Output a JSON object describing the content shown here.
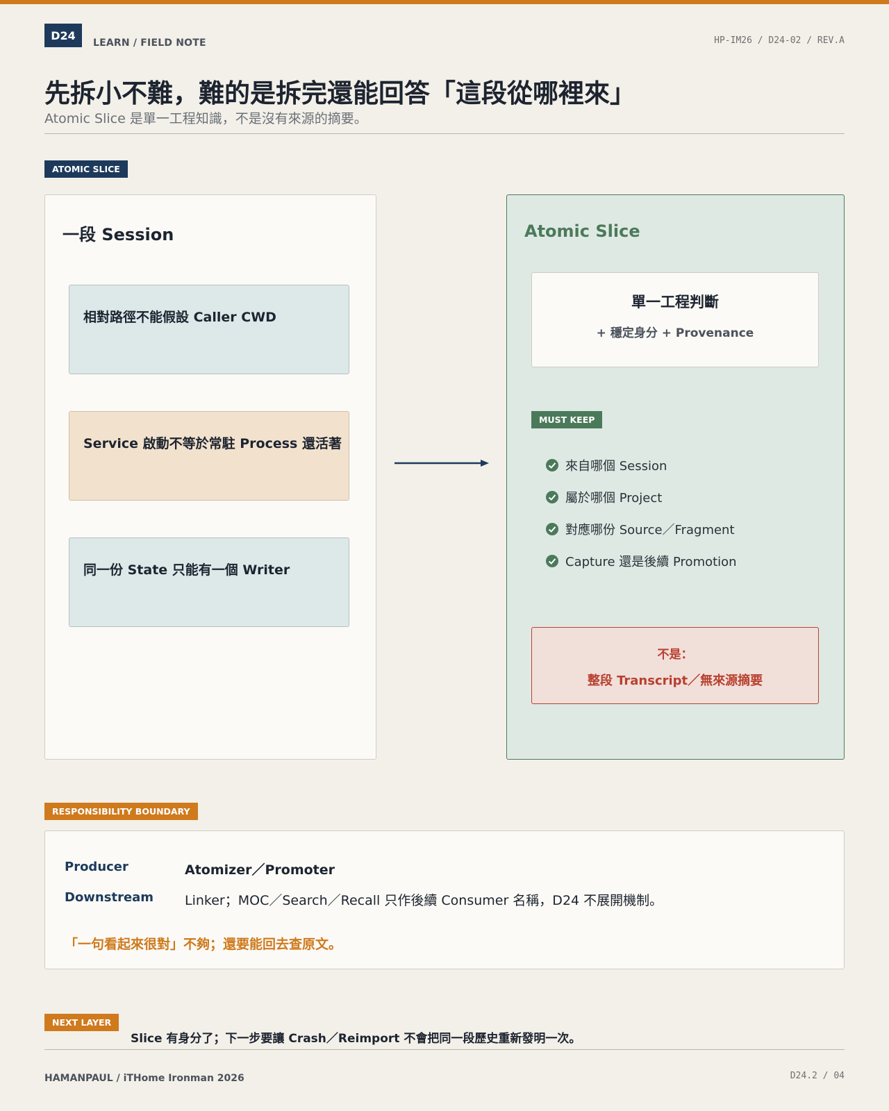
{
  "header": {
    "badge": "D24",
    "crumb": "LEARN / FIELD NOTE",
    "doc_ref": "HP-IM26 / D24-02 / REV.A",
    "title": "先拆小不難，難的是拆完還能回答「這段從哪裡來」",
    "subtitle": "Atomic Slice 是單一工程知識，不是沒有來源的摘要。"
  },
  "atomic": {
    "tag": "ATOMIC SLICE",
    "session": {
      "title": "一段 Session",
      "cards": [
        "相對路徑不能假設 Caller CWD",
        "Service 啟動不等於常駐 Process 還活著",
        "同一份 State 只能有一個 Writer"
      ]
    },
    "slice": {
      "title": "Atomic Slice",
      "judgement": "單一工程判斷",
      "judgement_sub": "+ 穩定身分 + Provenance",
      "must_keep_tag": "MUST KEEP",
      "must_keep": [
        "來自哪個 Session",
        "屬於哪個 Project",
        "對應哪份 Source／Fragment",
        "Capture 還是後續 Promotion"
      ],
      "not_label": "不是：",
      "not_text": "整段 Transcript／無來源摘要"
    }
  },
  "responsibility": {
    "tag": "RESPONSIBILITY BOUNDARY",
    "producer_label": "Producer",
    "producer_value": "Atomizer／Promoter",
    "downstream_label": "Downstream",
    "downstream_value": "Linker；MOC／Search／Recall 只作後續 Consumer 名稱，D24 不展開機制。",
    "quote": "「一句看起來很對」不夠；還要能回去查原文。"
  },
  "next": {
    "tag": "NEXT LAYER",
    "text": "Slice 有身分了；下一步要讓 Crash／Reimport 不會把同一段歷史重新發明一次。"
  },
  "footer": {
    "left": "HAMANPAUL / iTHome Ironman 2026",
    "right": "D24.2 / 04"
  },
  "colors": {
    "accent_orange": "#cf7a1d",
    "navy": "#1d3a5c",
    "green": "#4b7a5a",
    "red": "#b8402e"
  }
}
